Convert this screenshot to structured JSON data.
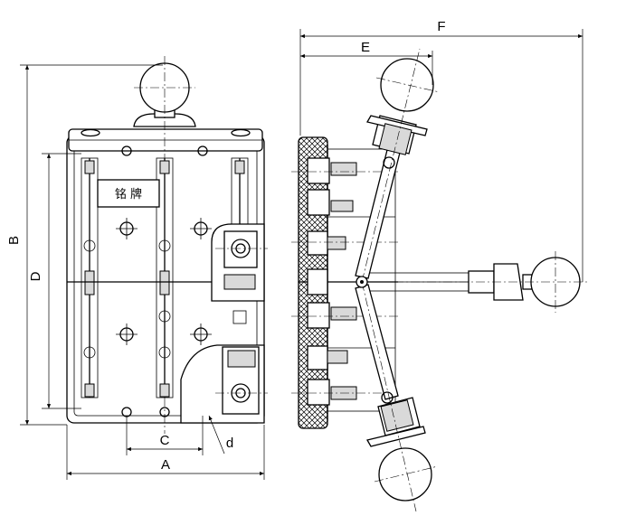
{
  "labels": {
    "A": "A",
    "B": "B",
    "C": "C",
    "D": "D",
    "E": "E",
    "F": "F",
    "d": "d",
    "nameplate": "铭 牌"
  },
  "colors": {
    "line": "#000000",
    "background": "#ffffff",
    "hatch": "#000000"
  }
}
